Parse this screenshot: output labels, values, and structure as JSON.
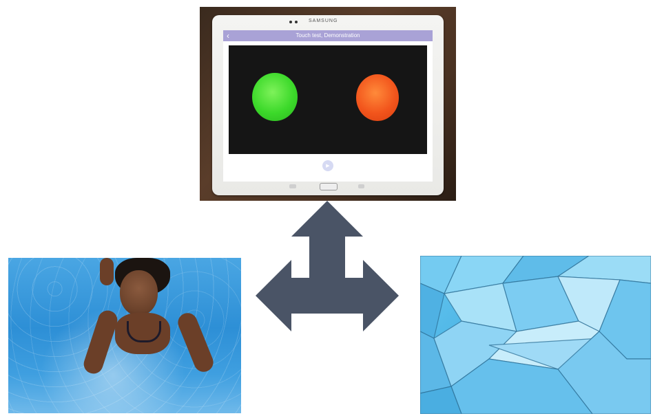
{
  "tablet": {
    "brand": "SAMSUNG",
    "app_title": "Touch test, Demonstration",
    "back_icon": "chevron-left-icon",
    "play_icon": "play-icon",
    "targets": [
      {
        "name": "green-circle",
        "color": "#3cd92a"
      },
      {
        "name": "orange-circle",
        "color": "#f2551c"
      }
    ]
  },
  "arrow": {
    "icon": "three-way-arrow-icon",
    "color": "#4a5466"
  },
  "colors": {
    "appbar": "#a9a2d6",
    "screen_bg": "#151515",
    "water": "#2d8fd6",
    "abstract": "#67c6ef"
  }
}
